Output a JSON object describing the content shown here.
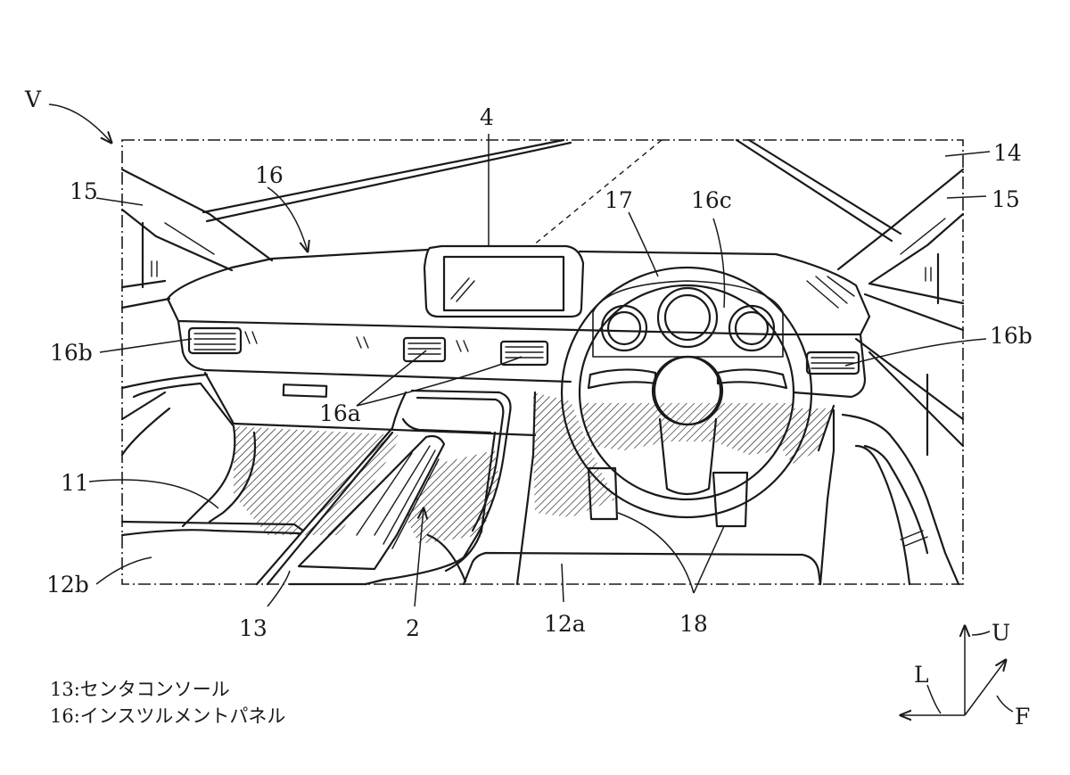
{
  "labels": {
    "vehicle": "V",
    "display": "4",
    "panel": "16",
    "windshield": "14",
    "pillar_left": "15",
    "pillar_right": "15",
    "steering": "17",
    "meter": "16c",
    "vent_left": "16b",
    "vent_right": "16b",
    "vent_center": "16a",
    "seat_left": "11",
    "seat_left_cushion": "12b",
    "console": "13",
    "shift": "2",
    "seat_right": "12a",
    "pedals": "18"
  },
  "directions": {
    "up": "U",
    "left": "L",
    "front": "F"
  },
  "legend": [
    "13:センタコンソール",
    "16:インスツルメントパネル"
  ],
  "colors": {
    "ink": "#1a1a1a",
    "paper": "#ffffff"
  }
}
